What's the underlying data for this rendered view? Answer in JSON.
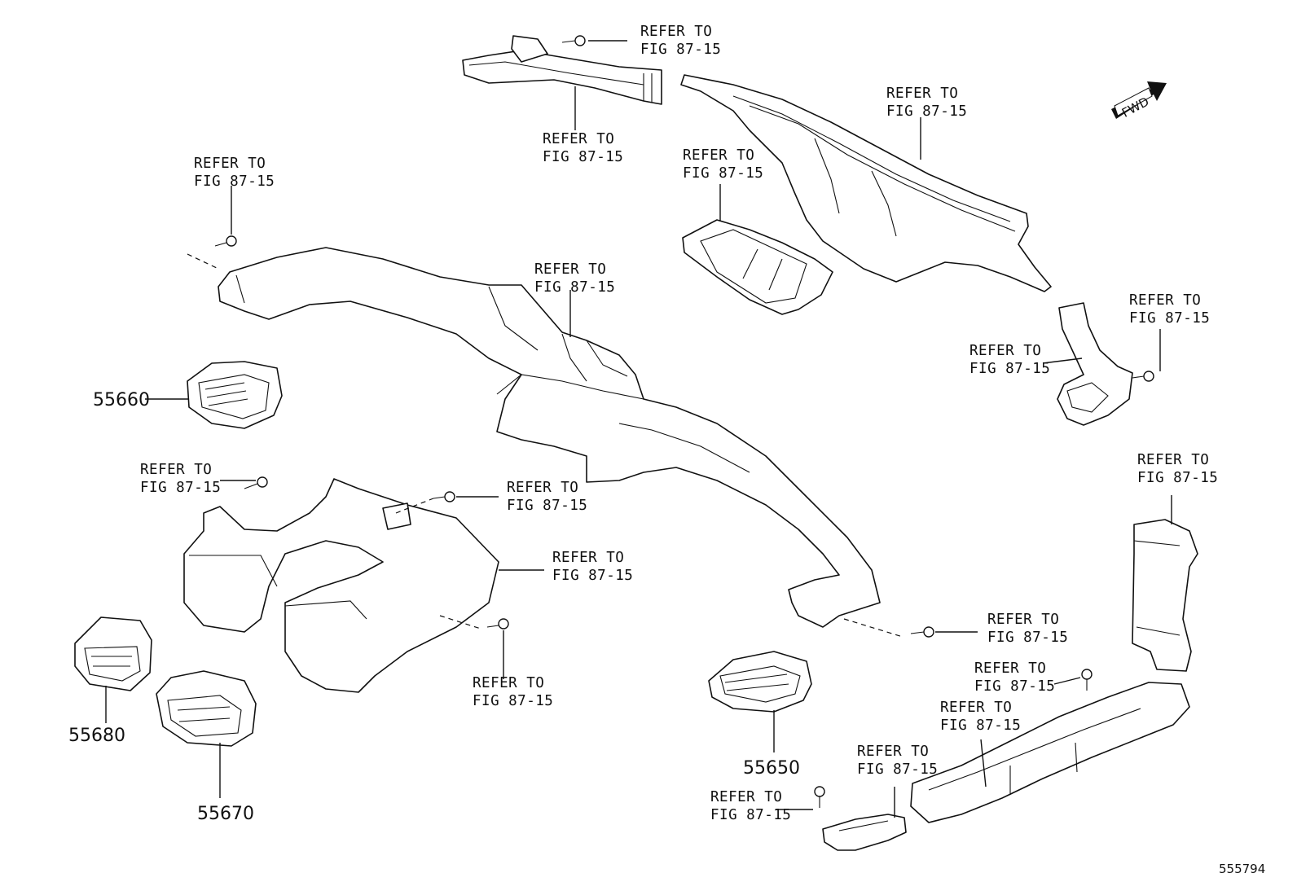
{
  "refer_line1": "REFER TO",
  "refer_line2": "FIG 87-15",
  "part_numbers": {
    "p55660": "55660",
    "p55680": "55680",
    "p55670": "55670",
    "p55650": "55650"
  },
  "fwd_label": "FWD",
  "illustration_id": "555794"
}
